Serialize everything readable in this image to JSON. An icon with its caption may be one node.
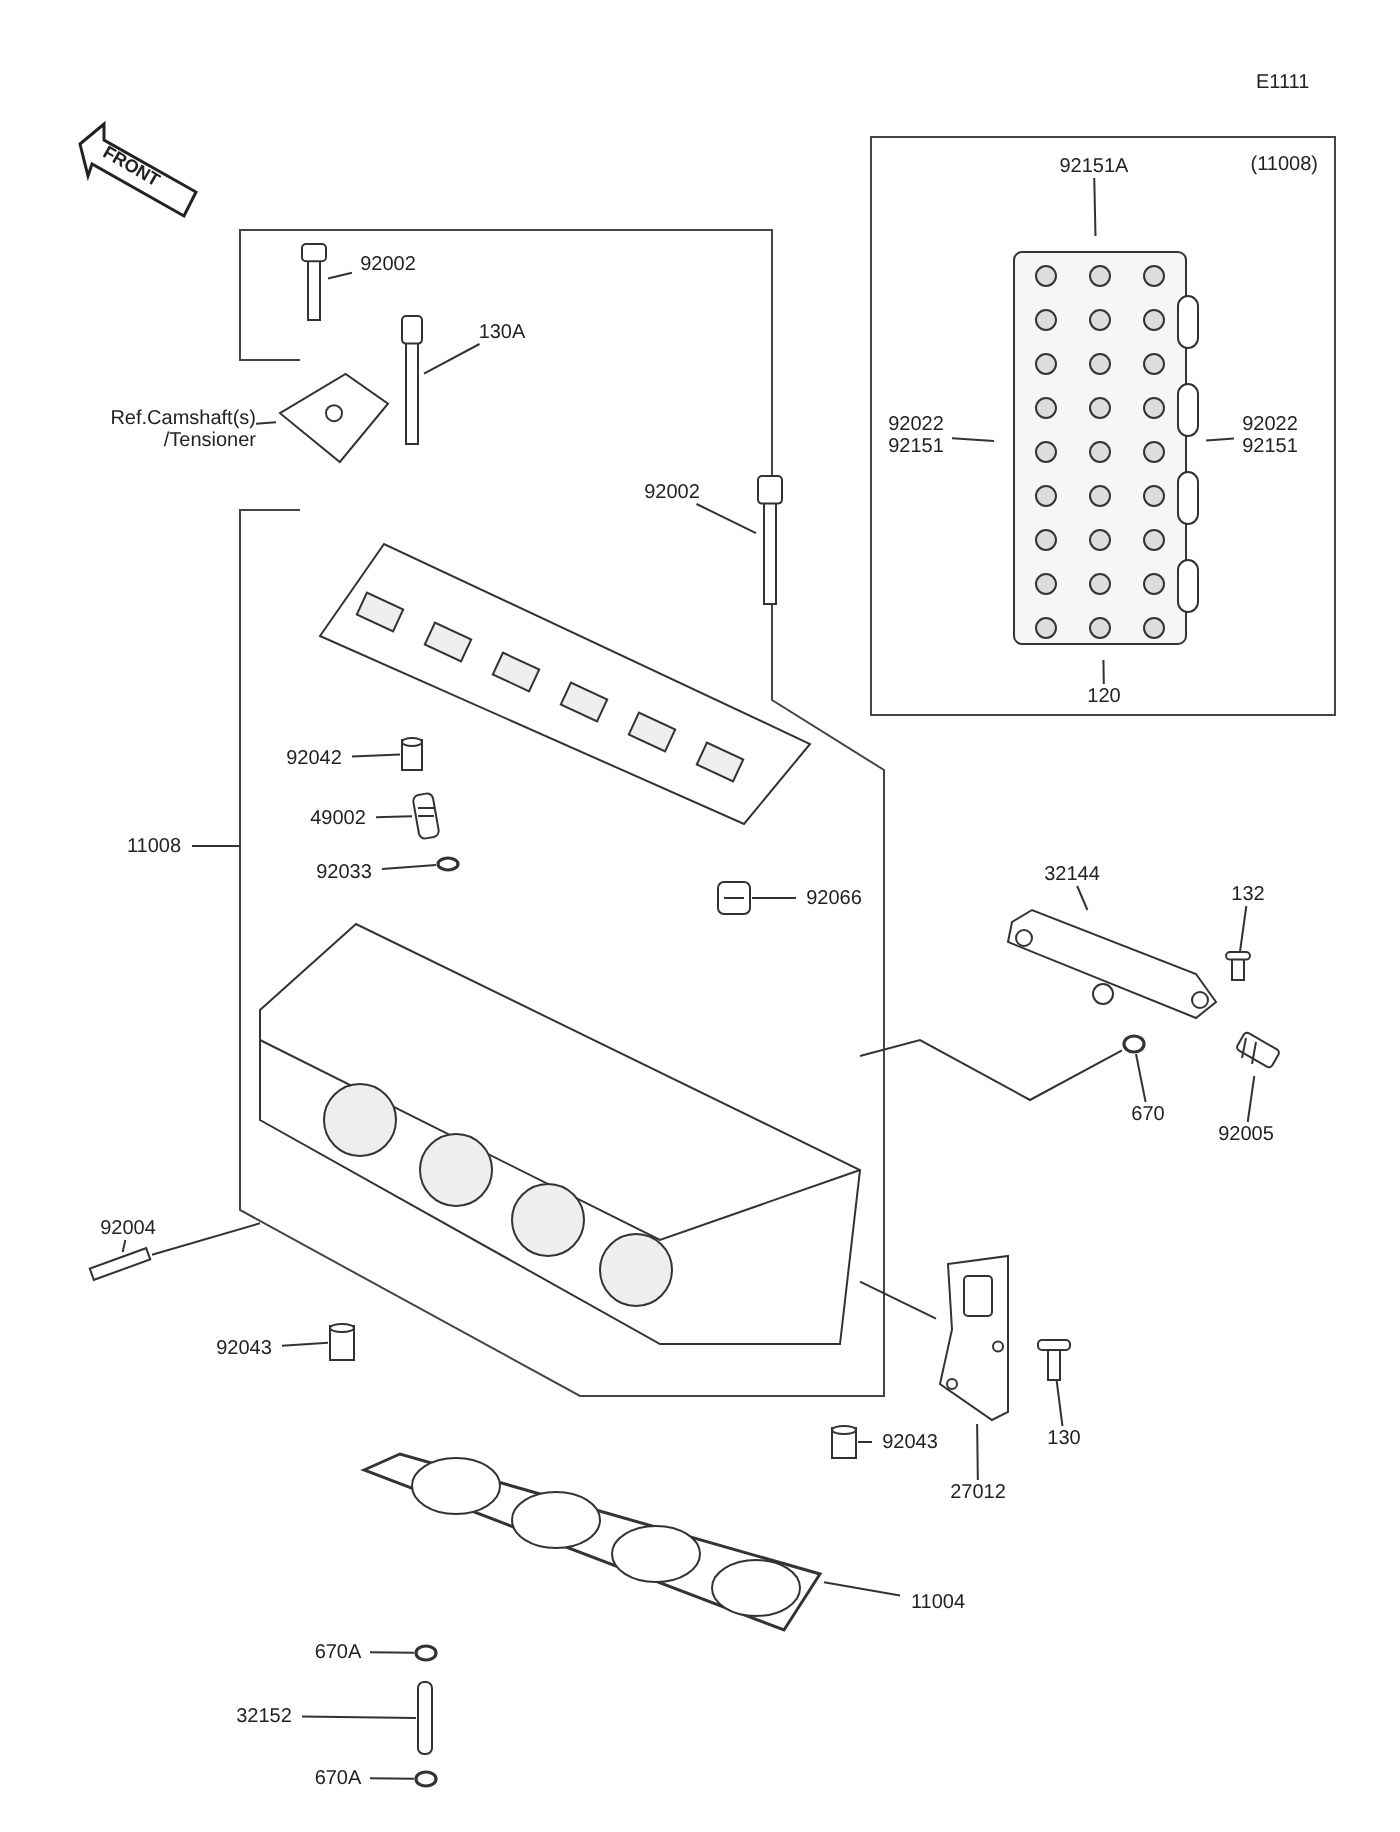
{
  "diagram": {
    "nodes": [
      {
        "text": [
          "(11008)"
        ]
      },
      {
        "text": [
          "92151A"
        ],
        "in": 0
      },
      {
        "text": [
          "92022",
          "92151"
        ],
        "in": 0
      },
      {
        "text": [
          "92022",
          "92151"
        ],
        "in": 0
      },
      {
        "text": [
          "120"
        ],
        "in": 0
      },
      {
        "text": [],
        "shape": "picture",
        "in": 0
      },
      {
        "text": [
          "92002"
        ]
      },
      {
        "text": [],
        "shape": "picture"
      },
      {
        "text": [
          "130A"
        ]
      },
      {
        "text": [],
        "shape": "picture"
      },
      {
        "text": [
          "Ref.Camshaft(s) /Tensioner"
        ]
      },
      {
        "text": [],
        "shape": "picture"
      },
      {
        "text": [
          "92002"
        ]
      },
      {
        "text": [],
        "shape": "picture"
      },
      {
        "text": [
          "92042"
        ]
      },
      {
        "text": [],
        "shape": "cylinder"
      },
      {
        "text": [
          "49002"
        ]
      },
      {
        "text": [],
        "shape": "picture"
      },
      {
        "text": [
          "92033"
        ]
      },
      {
        "text": [],
        "shape": "circle"
      },
      {
        "text": [
          "92066"
        ]
      },
      {
        "text": [],
        "shape": "picture"
      },
      {
        "text": [
          "11008"
        ]
      },
      {
        "text": [
          "92004"
        ]
      },
      {
        "text": [],
        "shape": "bar"
      },
      {
        "text": [
          "32144"
        ]
      },
      {
        "text": [],
        "shape": "picture"
      },
      {
        "text": [
          "132"
        ]
      },
      {
        "text": [],
        "shape": "picture"
      },
      {
        "text": [
          "670"
        ]
      },
      {
        "text": [],
        "shape": "circle"
      },
      {
        "text": [
          "92005"
        ]
      },
      {
        "text": [],
        "shape": "picture"
      },
      {
        "text": [
          "27012"
        ]
      },
      {
        "text": [],
        "shape": "picture"
      },
      {
        "text": [
          "130"
        ]
      },
      {
        "text": [],
        "shape": "picture"
      },
      {
        "text": [
          "92043"
        ]
      },
      {
        "text": [],
        "shape": "cylinder"
      },
      {
        "text": [
          "92043"
        ]
      },
      {
        "text": [],
        "shape": "cylinder"
      },
      {
        "text": [
          "11004"
        ]
      },
      {
        "text": [],
        "shape": "picture"
      },
      {
        "text": [
          "670A"
        ]
      },
      {
        "text": [],
        "shape": "circle"
      },
      {
        "text": [
          "32152"
        ]
      },
      {
        "text": [],
        "shape": "cylinder"
      },
      {
        "text": [
          "670A"
        ]
      },
      {
        "text": [],
        "shape": "circle"
      },
      {
        "text": [],
        "shape": "picture"
      }
    ],
    "edges": [
      {
        "from": 1,
        "to": 5,
        "arrow": "none"
      },
      {
        "from": 2,
        "to": 5,
        "arrow": "none"
      },
      {
        "from": 3,
        "to": 5,
        "arrow": "none"
      },
      {
        "from": 4,
        "to": 5,
        "arrow": "none"
      },
      {
        "from": 6,
        "to": 7,
        "arrow": "none"
      },
      {
        "from": 8,
        "to": 9,
        "arrow": "none"
      },
      {
        "from": 10,
        "to": 11,
        "arrow": "none"
      },
      {
        "from": 12,
        "to": 13,
        "arrow": "none"
      },
      {
        "from": 14,
        "to": 15,
        "arrow": "none"
      },
      {
        "from": 16,
        "to": 17,
        "arrow": "none"
      },
      {
        "from": 18,
        "to": 19,
        "arrow": "none"
      },
      {
        "from": 20,
        "to": 21,
        "arrow": "none"
      },
      {
        "from": 22,
        "to": null,
        "arrow": "none"
      },
      {
        "from": 23,
        "to": 24,
        "arrow": "none"
      },
      {
        "from": 25,
        "to": 26,
        "arrow": "none"
      },
      {
        "from": 27,
        "to": 28,
        "arrow": "none"
      },
      {
        "from": 29,
        "to": 30,
        "arrow": "none"
      },
      {
        "from": 31,
        "to": 32,
        "arrow": "none"
      },
      {
        "from": 33,
        "to": 34,
        "arrow": "none"
      },
      {
        "from": 35,
        "to": 36,
        "arrow": "none"
      },
      {
        "from": 37,
        "to": 38,
        "arrow": "none"
      },
      {
        "from": 39,
        "to": 40,
        "arrow": "none"
      },
      {
        "from": 41,
        "to": 42,
        "arrow": "none"
      },
      {
        "from": 43,
        "to": 44,
        "arrow": "none"
      },
      {
        "from": 45,
        "to": 46,
        "arrow": "none"
      },
      {
        "from": 47,
        "to": 48,
        "arrow": "none"
      },
      {
        "from": 24,
        "to": 49,
        "arrow": "none"
      },
      {
        "from": 30,
        "to": 49,
        "arrow": "none"
      },
      {
        "from": 34,
        "to": 49,
        "arrow": "none"
      }
    ],
    "labels": [
      "E1111",
      "FRONT"
    ]
  }
}
